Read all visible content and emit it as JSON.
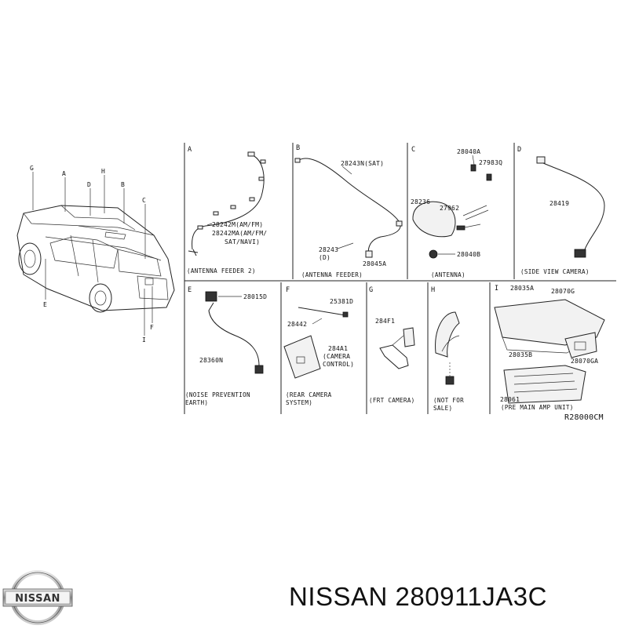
{
  "diagram_code": "R28000CM",
  "brand_line": "NISSAN 280911JA3C",
  "logo_text": "NISSAN",
  "vehicle_callouts": [
    "G",
    "A",
    "H",
    "D",
    "B",
    "C",
    "E",
    "F",
    "I"
  ],
  "panels": {
    "A": {
      "letter": "A",
      "parts": [
        "28242M(AM/FM)",
        "28242MA(AM/FM/",
        "SAT/NAVI)"
      ],
      "caption": "(ANTENNA FEEDER 2)"
    },
    "B": {
      "letter": "B",
      "parts": [
        "28243N(SAT)",
        "28243",
        "(D)",
        "28045A"
      ],
      "caption": "(ANTENNA FEEDER)"
    },
    "C": {
      "letter": "C",
      "parts": [
        "28040A",
        "27983Q",
        "28236",
        "27962",
        "28040B"
      ],
      "caption": "(ANTENNA)"
    },
    "D": {
      "letter": "D",
      "parts": [
        "28419"
      ],
      "caption": "(SIDE VIEW CAMERA)"
    },
    "E": {
      "letter": "E",
      "parts": [
        "28015D",
        "28360N"
      ],
      "caption_lines": [
        "(NOISE PREVENTION",
        "EARTH)"
      ]
    },
    "F": {
      "letter": "F",
      "parts": [
        "25381D",
        "28442",
        "284A1",
        "(CAMERA",
        "CONTROL)"
      ],
      "caption_lines": [
        "(REAR CAMERA",
        "SYSTEM)"
      ]
    },
    "G": {
      "letter": "G",
      "parts": [
        "284F1"
      ],
      "caption": "(FRT CAMERA)"
    },
    "H": {
      "letter": "H",
      "parts": [],
      "caption_lines": [
        "(NOT FOR",
        "SALE)"
      ]
    },
    "I": {
      "letter": "I",
      "parts": [
        "28035A",
        "28070G",
        "28035B",
        "28070GA",
        "28061"
      ],
      "caption": "(PRE MAIN AMP UNIT)"
    }
  }
}
